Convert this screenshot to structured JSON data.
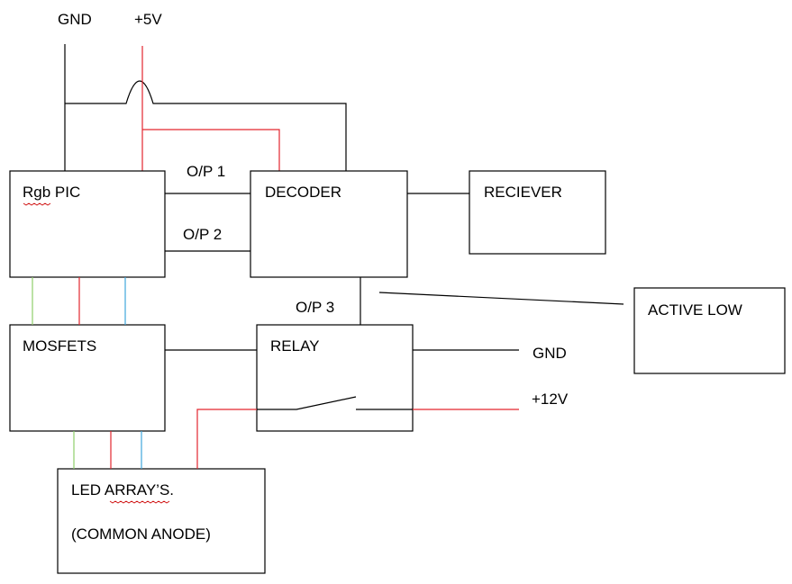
{
  "colors": {
    "line": "#000000",
    "red": "#e3262f",
    "green": "#8fce6b",
    "blue": "#3fa7dd"
  },
  "labels": {
    "gnd_top": "GND",
    "vcc_top": "+5V",
    "op1": "O/P 1",
    "op2": "O/P 2",
    "op3": "O/P 3",
    "gnd_right": "GND",
    "v12": "+12V"
  },
  "blocks": {
    "rgb_pic": "Rgb PIC",
    "decoder": "DECODER",
    "receiver": "RECIEVER",
    "mosfets": "MOSFETS",
    "relay": "RELAY",
    "active_low": "ACTIVE LOW",
    "led_array": "LED ARRAY’S.",
    "led_note": "(COMMON ANODE)"
  }
}
